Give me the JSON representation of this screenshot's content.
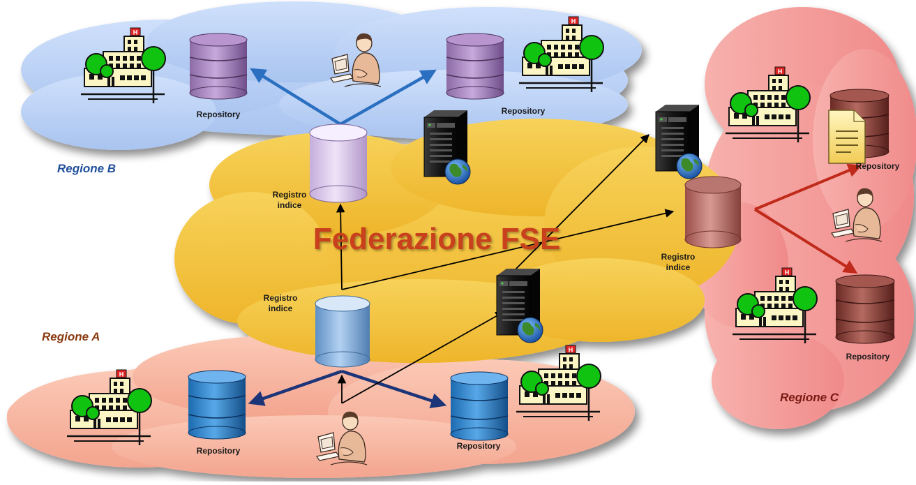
{
  "title": "Federazione FSE",
  "regions": {
    "a": "Regione A",
    "b": "Regione B",
    "c": "Regione C"
  },
  "labels": {
    "repository": "Repository",
    "registro_line1": "Registro",
    "registro_line2": "indice"
  },
  "colors": {
    "federation_cloud": "#f2c23a",
    "region_a_cloud": "#f6b0a0",
    "region_b_cloud": "#b4cdf5",
    "region_c_cloud": "#f29a9a",
    "title": "#c8401e",
    "region_a_text": "#8a3a10",
    "region_b_text": "#1f4e9c",
    "region_c_text": "#7a1a12",
    "arrow_a": "#1c3478",
    "arrow_b": "#2a6fc0",
    "arrow_c": "#c02a1a",
    "arrow_fed": "#000000"
  },
  "icons": {
    "hospital": "hospital-icon",
    "database": "database-icon",
    "server": "server-icon",
    "user": "user-at-computer-icon",
    "document": "document-icon"
  }
}
